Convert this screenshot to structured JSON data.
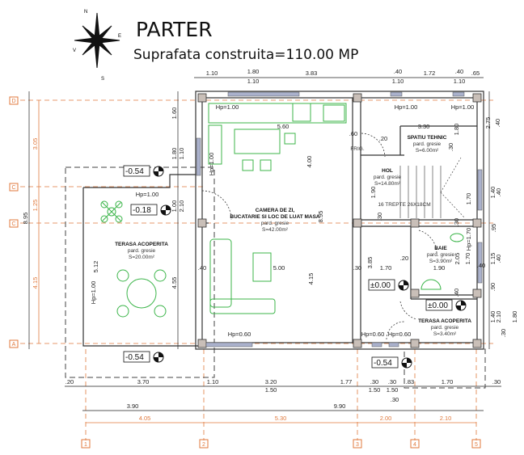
{
  "header": {
    "title": "PARTER",
    "subtitle": "Suprafata construita=110.00 MP"
  },
  "compass": {
    "labels": [
      "N",
      "E",
      "S",
      "V"
    ]
  },
  "grid_axes": {
    "horizontal": [
      "D",
      "C",
      "C",
      "A"
    ],
    "vertical": [
      "1",
      "2",
      "3",
      "4",
      "5"
    ]
  },
  "rooms": [
    {
      "name": "CAMERA DE ZI,",
      "name2": "BUCATARIE SI LOC DE LUAT MASA",
      "floor": "pard. gresie",
      "area": "S=42.00m²"
    },
    {
      "name": "SPATIU TEHNIC",
      "floor": "pard. gresie",
      "area": "S=6.00m²"
    },
    {
      "name": "HOL",
      "floor": "pard. gresie",
      "area": "S=14.80m²"
    },
    {
      "name": "BAIE",
      "floor": "pard. gresie",
      "area": "S=3.90m²"
    },
    {
      "name": "TERASA ACOPERITA",
      "floor": "pard. gresie",
      "area": "S=3.40m²"
    },
    {
      "name": "TERASA ACOPERITA",
      "floor": "pard. gresie",
      "area": "S=20.00m²"
    }
  ],
  "stairs": "16 TREPTE 26X18CM",
  "fridge": "FRIG.",
  "elevations": [
    "-0.54",
    "-0.18",
    "-0.54",
    "±0.00",
    "±0.00",
    "-0.54"
  ],
  "dimensions": {
    "top": [
      "1.10",
      "1.80",
      "1.10",
      "3.83",
      ".40",
      "1.10",
      "1.72",
      ".40",
      "1.10",
      ".65"
    ],
    "bottom": [
      ".20",
      "3.70",
      "1.10",
      "3.20",
      "1.50",
      "1.77",
      ".30",
      "1.50",
      ".30",
      "1.50",
      ".30",
      ".83",
      "1.70",
      ".30",
      "3.90",
      "9.90"
    ],
    "bottom_axes": [
      "4.05",
      "5.30",
      "2.00",
      "2.10"
    ],
    "left_total": "8.95",
    "left_axes": [
      "3.05",
      "1.25",
      "4.15"
    ],
    "left_inner": [
      "1.60",
      "1.80",
      "1.10",
      "1.00",
      "2.10",
      "5.12",
      "4.55"
    ],
    "interior": [
      "5.60",
      "3.30",
      "4.00",
      "8.95",
      "5.00",
      "4.15",
      "3.85",
      "1.70",
      ".20",
      "1.90",
      ".40",
      ".30",
      ".40",
      "1.90",
      ".30",
      ".30",
      ".60",
      ".20",
      "1.80",
      ".30",
      "2.05",
      "1.70",
      ".40",
      "1.70"
    ],
    "right": [
      "2.75",
      ".40",
      "1.40",
      ".40",
      ".95",
      "1.15",
      ".40",
      ".90",
      "1.40",
      "2.10",
      ".30",
      "1.80"
    ],
    "sill_heights": [
      "Hp=1.00",
      "Hp=1.00",
      "Hp=1.00",
      "Hp=1.00",
      "Hp=1.00",
      "Hp=1.00",
      "Hp=0.60",
      "Hp=0.60",
      "Hp=0.60",
      "Hp=1.70"
    ]
  }
}
